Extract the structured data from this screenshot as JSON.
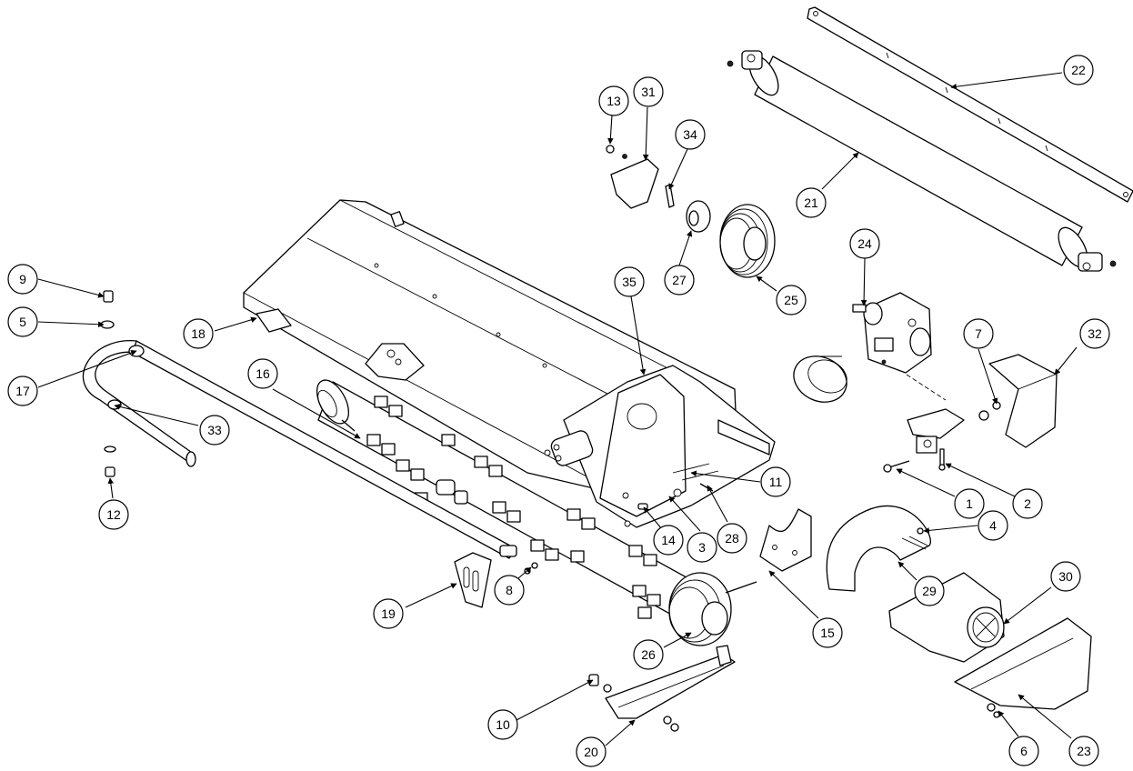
{
  "callouts": [
    {
      "id": "c1",
      "label": "1"
    },
    {
      "id": "c2",
      "label": "2"
    },
    {
      "id": "c3",
      "label": "3"
    },
    {
      "id": "c4",
      "label": "4"
    },
    {
      "id": "c5",
      "label": "5"
    },
    {
      "id": "c6",
      "label": "6"
    },
    {
      "id": "c7",
      "label": "7"
    },
    {
      "id": "c8",
      "label": "8"
    },
    {
      "id": "c9",
      "label": "9"
    },
    {
      "id": "c10",
      "label": "10"
    },
    {
      "id": "c11",
      "label": "11"
    },
    {
      "id": "c12",
      "label": "12"
    },
    {
      "id": "c13",
      "label": "13"
    },
    {
      "id": "c14",
      "label": "14"
    },
    {
      "id": "c15",
      "label": "15"
    },
    {
      "id": "c16",
      "label": "16"
    },
    {
      "id": "c17",
      "label": "17"
    },
    {
      "id": "c18",
      "label": "18"
    },
    {
      "id": "c19",
      "label": "19"
    },
    {
      "id": "c20",
      "label": "20"
    },
    {
      "id": "c21",
      "label": "21"
    },
    {
      "id": "c22",
      "label": "22"
    },
    {
      "id": "c23",
      "label": "23"
    },
    {
      "id": "c24",
      "label": "24"
    },
    {
      "id": "c25",
      "label": "25"
    },
    {
      "id": "c26",
      "label": "26"
    },
    {
      "id": "c27",
      "label": "27"
    },
    {
      "id": "c28",
      "label": "28"
    },
    {
      "id": "c29",
      "label": "29"
    },
    {
      "id": "c30",
      "label": "30"
    },
    {
      "id": "c31",
      "label": "31"
    },
    {
      "id": "c32",
      "label": "32"
    },
    {
      "id": "c33",
      "label": "33"
    },
    {
      "id": "c34",
      "label": "34"
    },
    {
      "id": "c35",
      "label": "35"
    }
  ]
}
